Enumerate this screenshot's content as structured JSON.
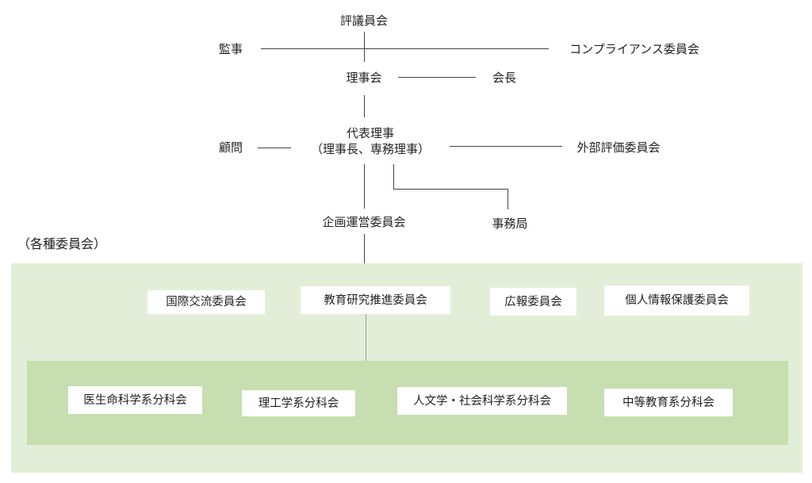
{
  "colors": {
    "outer_panel": "#e3eed8",
    "inner_panel": "#c6deb0",
    "box_fill": "#ffffff",
    "line": "#444444"
  },
  "org": {
    "council": "評議員会",
    "auditor": "監事",
    "compliance_committee": "コンプライアンス委員会",
    "board": "理事会",
    "president": "会長",
    "advisor": "顧問",
    "representative_director_line1": "代表理事",
    "representative_director_line2": "（理事長、専務理事）",
    "external_evaluation_committee": "外部評価委員会",
    "planning_committee": "企画運営委員会",
    "secretariat": "事務局"
  },
  "committees": {
    "label": "（各種委員会）",
    "items": [
      "国際交流委員会",
      "教育研究推進委員会",
      "広報委員会",
      "個人情報保護委員会"
    ]
  },
  "subcommittees": {
    "items": [
      "医生命科学系分科会",
      "理工学系分科会",
      "人文学・社会科学系分科会",
      "中等教育系分科会"
    ]
  }
}
